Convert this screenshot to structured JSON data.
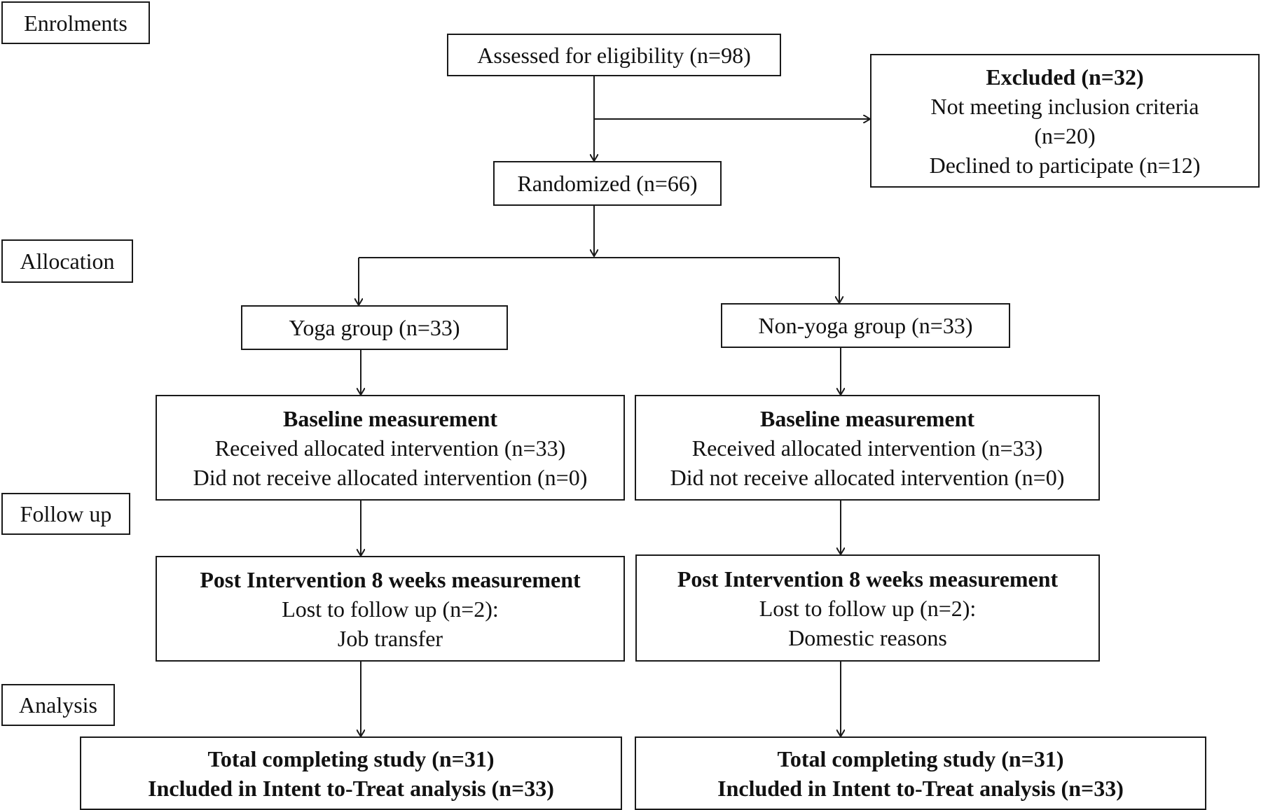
{
  "stages": {
    "enrolment": "Enrolments",
    "allocation": "Allocation",
    "follow_up": "Follow up",
    "analysis": "Analysis"
  },
  "assessed": "Assessed for eligibility  (n=98)",
  "excluded": {
    "title": "Excluded (n=32)",
    "line1": "Not meeting inclusion  criteria",
    "line2": "(n=20)",
    "line3": "Declined  to participate  (n=12)"
  },
  "randomized": "Randomized (n=66)",
  "yoga": {
    "group": "Yoga group (n=33)",
    "baseline_title": "Baseline measurement",
    "baseline_received": "Received allocated intervention  (n=33)",
    "baseline_not_received": "Did not receive  allocated  intervention   (n=0)",
    "post_title": "Post Intervention 8 weeks measurement",
    "post_lost": "Lost to follow up (n=2):",
    "post_reason": "Job transfer",
    "analysis_line1": "Total  completing study (n=31)",
    "analysis_line2": "Included in Intent to-Treat analysis (n=33)"
  },
  "nonyoga": {
    "group": "Non-yoga group (n=33)",
    "baseline_title": "Baseline measurement",
    "baseline_received": "Received allocated intervention  (n=33)",
    "baseline_not_received": "Did not receive  allocated  intervention   (n=0)",
    "post_title": "Post Intervention 8 weeks measurement",
    "post_lost": "Lost to follow up (n=2):",
    "post_reason": "Domestic reasons",
    "analysis_line1": "Total  completing study (n=31)",
    "analysis_line2": "Included in Intent to-Treat analysis (n=33)"
  }
}
